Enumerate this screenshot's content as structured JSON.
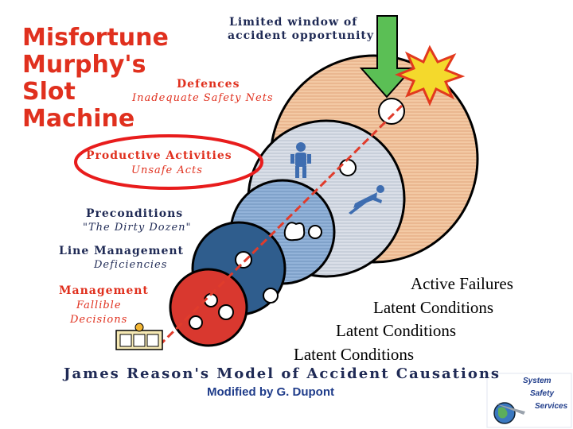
{
  "title_lines": [
    "Misfortune",
    "Murphy's",
    "Slot",
    "Machine"
  ],
  "window_label": [
    "Limited window of",
    "accident opportunity"
  ],
  "layers": {
    "defences": {
      "label": "Defences",
      "sub": "Inadequate Safety Nets"
    },
    "productive": {
      "label": "Productive Activities",
      "sub": "Unsafe Acts"
    },
    "preconditions": {
      "label": "Preconditions",
      "sub": "\"The Dirty Dozen\""
    },
    "line_management": {
      "label": "Line Management",
      "sub": "Deficiencies"
    },
    "management": {
      "label": "Management",
      "sub1": "Fallible",
      "sub2": "Decisions"
    }
  },
  "failures": {
    "active": "Active Failures",
    "latent": [
      "Latent Conditions",
      "Latent Conditions",
      "Latent Conditions"
    ]
  },
  "footer": {
    "model": "James Reason's Model of Accident Causations",
    "modified": "Modified by G. Dupont"
  },
  "logo": [
    "System",
    "Safety",
    "Services"
  ],
  "colors": {
    "title_red": "#e0301e",
    "label_navy": "#1f2a55",
    "footer_blue": "#1f3c8a",
    "arrow_green": "#5bbf55",
    "trajectory_red": "#e03c2c",
    "highlight_red": "#e81c1c"
  }
}
